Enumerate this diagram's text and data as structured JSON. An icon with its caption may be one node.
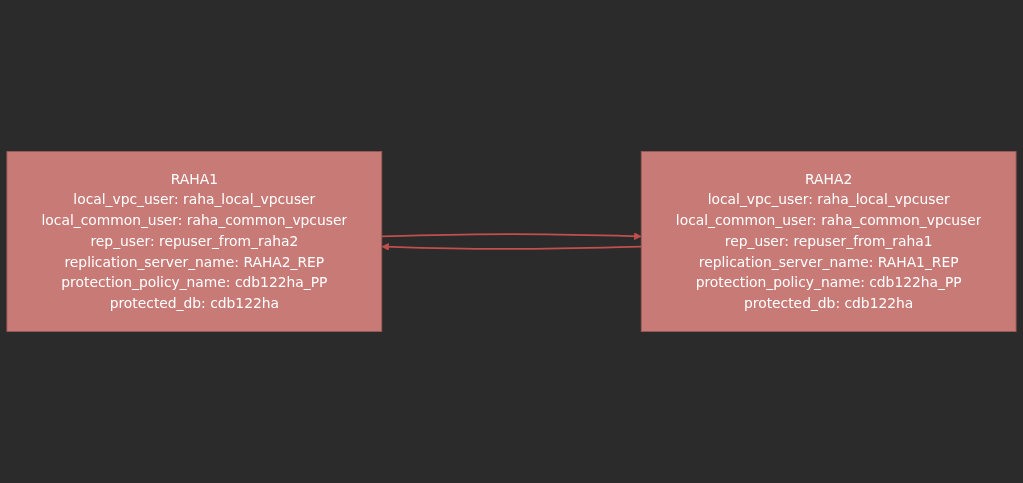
{
  "diagram": {
    "nodes": [
      {
        "text": [
          "RAHA1",
          "local_vpc_user: raha_local_vpcuser",
          "local_common_user: raha_common_vpcuser",
          "rep_user: repuser_from_raha2",
          "replication_server_name: RAHA2_REP",
          "protection_policy_name: cdb122ha_PP",
          "protected_db: cdb122ha"
        ]
      },
      {
        "text": [
          "RAHA2",
          "local_vpc_user: raha_local_vpcuser",
          "local_common_user: raha_common_vpcuser",
          "rep_user: repuser_from_raha1",
          "replication_server_name: RAHA1_REP",
          "protection_policy_name: cdb122ha_PP",
          "protected_db: cdb122ha"
        ]
      }
    ],
    "edges": [
      {
        "from": 1,
        "to": 0,
        "arrow": "to"
      },
      {
        "from": 0,
        "to": 1,
        "arrow": "to"
      }
    ]
  }
}
